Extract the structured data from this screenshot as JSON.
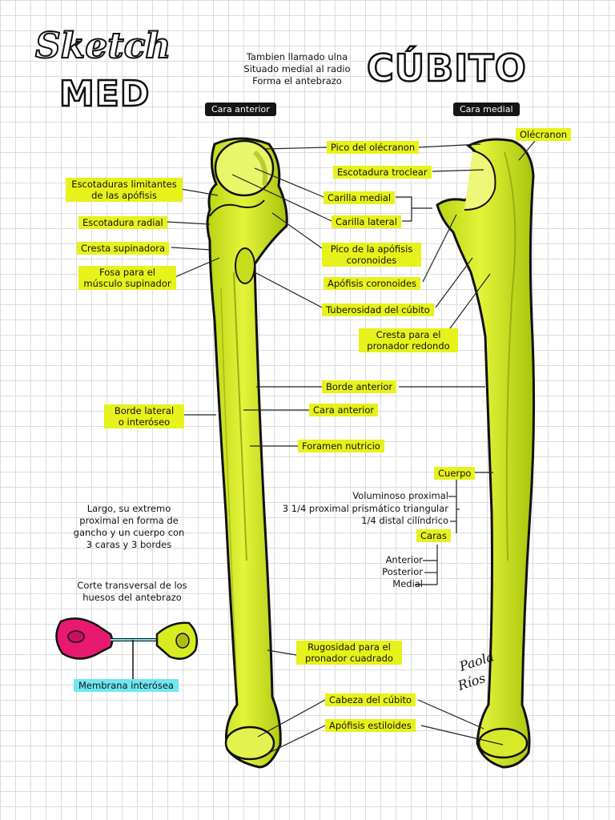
{
  "logo": {
    "line1": "Sketch",
    "line2": "MED"
  },
  "intro": {
    "line1": "Tambien llamado ulna",
    "line2": "Situado medial al radio",
    "line3": "Forma el antebrazo"
  },
  "title": "CÚBITO",
  "views": {
    "anterior": "Cara anterior",
    "medial": "Cara medial"
  },
  "labels": {
    "pico_olecranon": "Pico del olécranon",
    "olecranon": "Olécranon",
    "escotadura_troclear": "Escotadura troclear",
    "carilla_medial": "Carilla medial",
    "carilla_lateral": "Carilla lateral",
    "escotaduras_limitantes_1": "Escotaduras limitantes",
    "escotaduras_limitantes_2": "de las apófisis",
    "escotadura_radial": "Escotadura radial",
    "cresta_supinadora": "Cresta supinadora",
    "fosa_supinador_1": "Fosa para el",
    "fosa_supinador_2": "músculo supinador",
    "pico_coronoides_1": "Pico de la apófisis",
    "pico_coronoides_2": "coronoides",
    "apofisis_coronoides": "Apófisis coronoides",
    "tuberosidad": "Tuberosidad del cúbito",
    "cresta_pronador_1": "Cresta para el",
    "cresta_pronador_2": "pronador redondo",
    "borde_anterior": "Borde anterior",
    "borde_lateral_1": "Borde lateral",
    "borde_lateral_2": "o interóseo",
    "cara_anterior": "Cara anterior",
    "foramen": "Foramen nutricio",
    "cuerpo": "Cuerpo",
    "caras": "Caras",
    "rugosidad_1": "Rugosidad para el",
    "rugosidad_2": "pronador cuadrado",
    "cabeza": "Cabeza del cúbito",
    "estiloides": "Apófisis estiloides",
    "membrana": "Membrana interósea"
  },
  "cuerpo_items": [
    "Voluminoso proximal",
    "3 1/4 proximal prismático triangular",
    "1/4 distal cilíndrico"
  ],
  "caras_items": [
    "Anterior",
    "Posterior",
    "Medial"
  ],
  "description": {
    "line1": "Largo, su extremo",
    "line2": "proximal en forma de",
    "line3": "gancho y un cuerpo con",
    "line4": "3 caras y 3 bordes"
  },
  "corte": {
    "line1": "Corte transversal de los",
    "line2": "huesos del antebrazo"
  },
  "signature": {
    "line1": "Paola",
    "line2": "Ríos"
  },
  "colors": {
    "bone": "#d6ec1e",
    "label_bg": "#e6f21a",
    "radius_section": "#e8196f",
    "membrane": "#6fe8ee"
  }
}
